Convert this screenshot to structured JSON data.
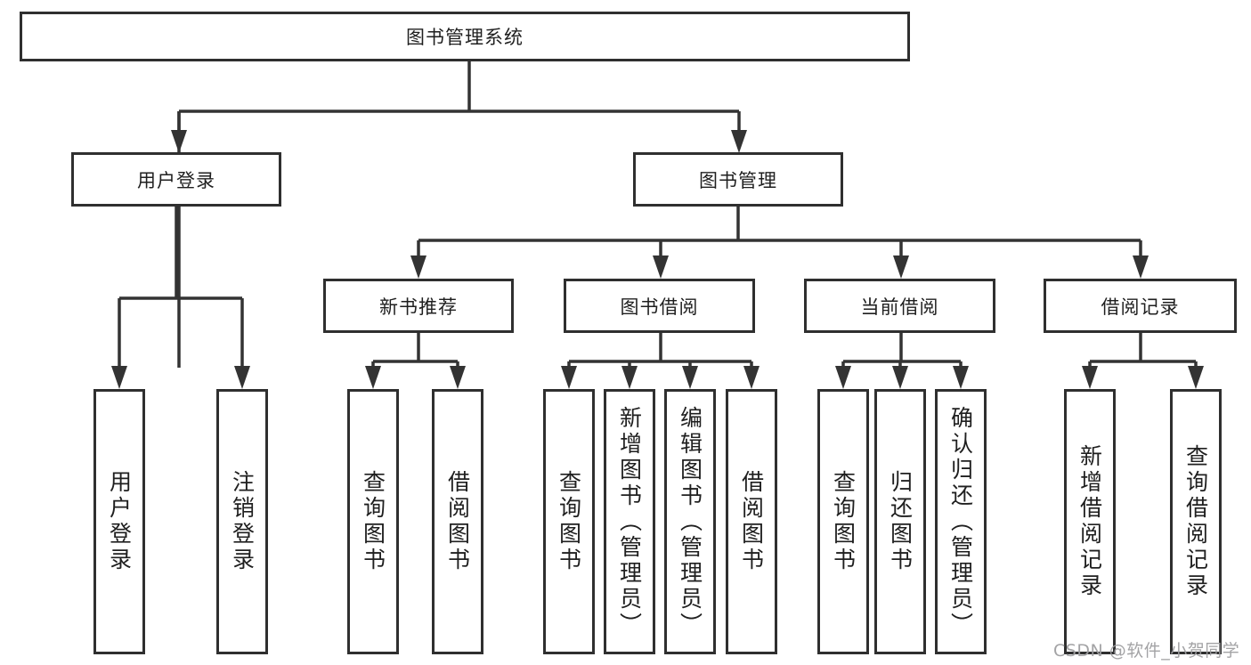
{
  "tree": {
    "label": "图书管理系统",
    "children": [
      {
        "label": "用户登录",
        "children": [
          {
            "label": "用户登录"
          },
          {
            "label": "注销登录"
          }
        ]
      },
      {
        "label": "图书管理",
        "children": [
          {
            "label": "新书推荐",
            "children": [
              {
                "label": "查询图书"
              },
              {
                "label": "借阅图书"
              }
            ]
          },
          {
            "label": "图书借阅",
            "children": [
              {
                "label": "查询图书"
              },
              {
                "label": "新增图书（管理员）"
              },
              {
                "label": "编辑图书（管理员）"
              },
              {
                "label": "借阅图书"
              }
            ]
          },
          {
            "label": "当前借阅",
            "children": [
              {
                "label": "查询图书"
              },
              {
                "label": "归还图书"
              },
              {
                "label": "确认归还（管理员）"
              }
            ]
          },
          {
            "label": "借阅记录",
            "children": [
              {
                "label": "新增借阅记录"
              },
              {
                "label": "查询借阅记录"
              }
            ]
          }
        ]
      }
    ]
  },
  "watermark": "CSDN @软件_小贺同学",
  "colors": {
    "line": "#333333",
    "box_border": "#2f2f2f",
    "text": "#1f1f1f",
    "background": "#ffffff",
    "watermark": "#9e9ea0"
  }
}
